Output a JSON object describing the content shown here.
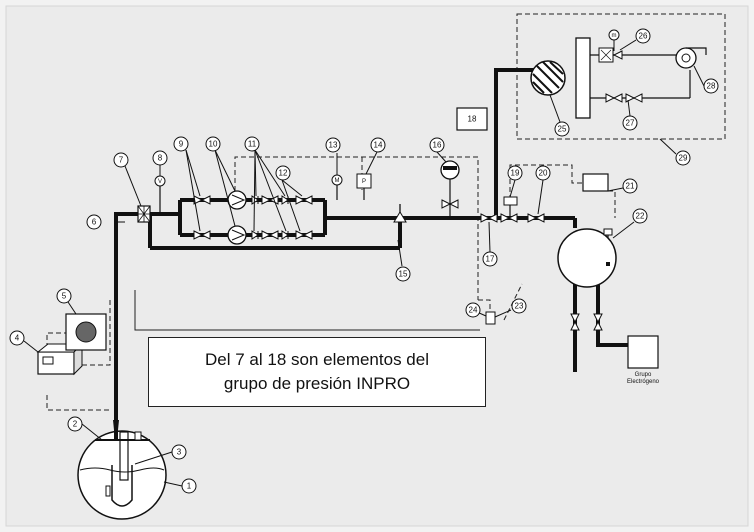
{
  "caption": {
    "line1": "Del 7 al 18 son elementos del",
    "line2": "grupo de presión INPRO"
  },
  "generator": {
    "line1": "Grupo",
    "line2": "Electrógeno"
  },
  "symbols": {
    "flow_meter": "V",
    "manometer": "M",
    "pressure_switch": "P",
    "motor": "m"
  },
  "callouts": [
    "1",
    "2",
    "3",
    "4",
    "5",
    "6",
    "7",
    "8",
    "9",
    "10",
    "11",
    "12",
    "13",
    "14",
    "15",
    "16",
    "17",
    "18",
    "19",
    "20",
    "21",
    "22",
    "23",
    "24",
    "25",
    "26",
    "27",
    "28",
    "29"
  ],
  "colors": {
    "background": "#f2f2f2",
    "line": "#111111",
    "panel": "#ffffff"
  }
}
